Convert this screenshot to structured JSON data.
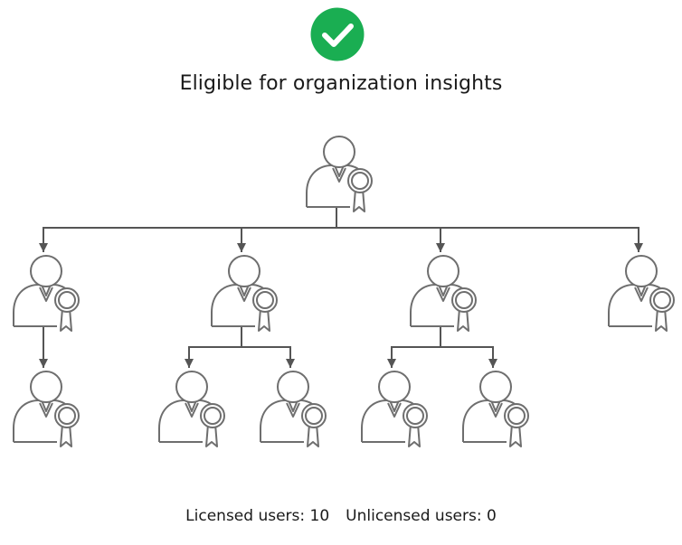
{
  "status": {
    "icon": "check-circle-icon",
    "color": "#1AAE52",
    "text": "Eligible for organization insights"
  },
  "org_chart": {
    "node_icon": "licensed-user-icon",
    "line_color": "#555555",
    "nodes": [
      {
        "id": "n0",
        "parent": null
      },
      {
        "id": "n1",
        "parent": "n0"
      },
      {
        "id": "n2",
        "parent": "n0"
      },
      {
        "id": "n3",
        "parent": "n0"
      },
      {
        "id": "n4",
        "parent": "n0"
      },
      {
        "id": "n5",
        "parent": "n1"
      },
      {
        "id": "n6",
        "parent": "n2"
      },
      {
        "id": "n7",
        "parent": "n2"
      },
      {
        "id": "n8",
        "parent": "n3"
      },
      {
        "id": "n9",
        "parent": "n3"
      }
    ]
  },
  "summary": {
    "licensed_label": "Licensed users:",
    "licensed_count": "10",
    "unlicensed_label": "Unlicensed users:",
    "unlicensed_count": "0"
  }
}
